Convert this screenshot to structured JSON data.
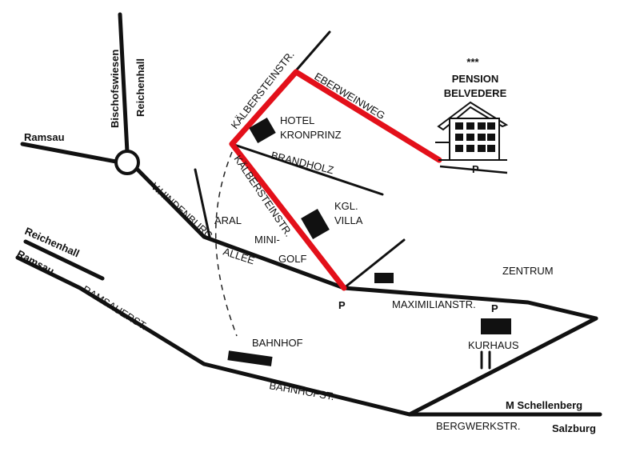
{
  "pension": {
    "stars": "***",
    "line1": "PENSION",
    "line2": "BELVEDERE"
  },
  "labels": {
    "bischofswiesen": "Bischofswiesen",
    "reichenhall_top": "Reichenhall",
    "ramsau_top": "Ramsau",
    "kaelbersteinstr_top": "KÄLBERSTEINSTR.",
    "eberweinweg": "EBERWEINWEG",
    "hotel_line1": "HOTEL",
    "hotel_line2": "KRONPRINZ",
    "brandholz": "BRANDHOLZ",
    "kaelbersteinstr_mid": "KÄLBERSTEINSTR.",
    "kgl_line1": "KGL.",
    "kgl_line2": "VILLA",
    "hindenburg": "V.HINDENBURG",
    "allee": "ALLEE",
    "aral": "ARAL",
    "mini": "MINI-",
    "golf": "GOLF",
    "zentrum": "ZENTRUM",
    "reichenhall_left": "Reichenhall",
    "ramsau_left": "Ramsau",
    "ramsauerstr": "RAMSAUERST.",
    "parking_center": "P",
    "parking_kurhaus": "P",
    "parking_pension": "P",
    "maximilianstr": "MAXIMILIANSTR.",
    "kurhaus": "KURHAUS",
    "bahnhof": "BAHNHOF",
    "bahnhofstr": "BAHNHOFST.",
    "schellenberg": "M Schellenberg",
    "bergwerkstr": "BERGWERKSTR.",
    "salzburg": "Salzburg"
  },
  "colors": {
    "route": "#e3101a",
    "ink": "#111111",
    "paper": "#ffffff"
  },
  "icons": {
    "roundabout": "roundabout-icon",
    "building": "building-icon",
    "pension_house": "house-icon"
  }
}
